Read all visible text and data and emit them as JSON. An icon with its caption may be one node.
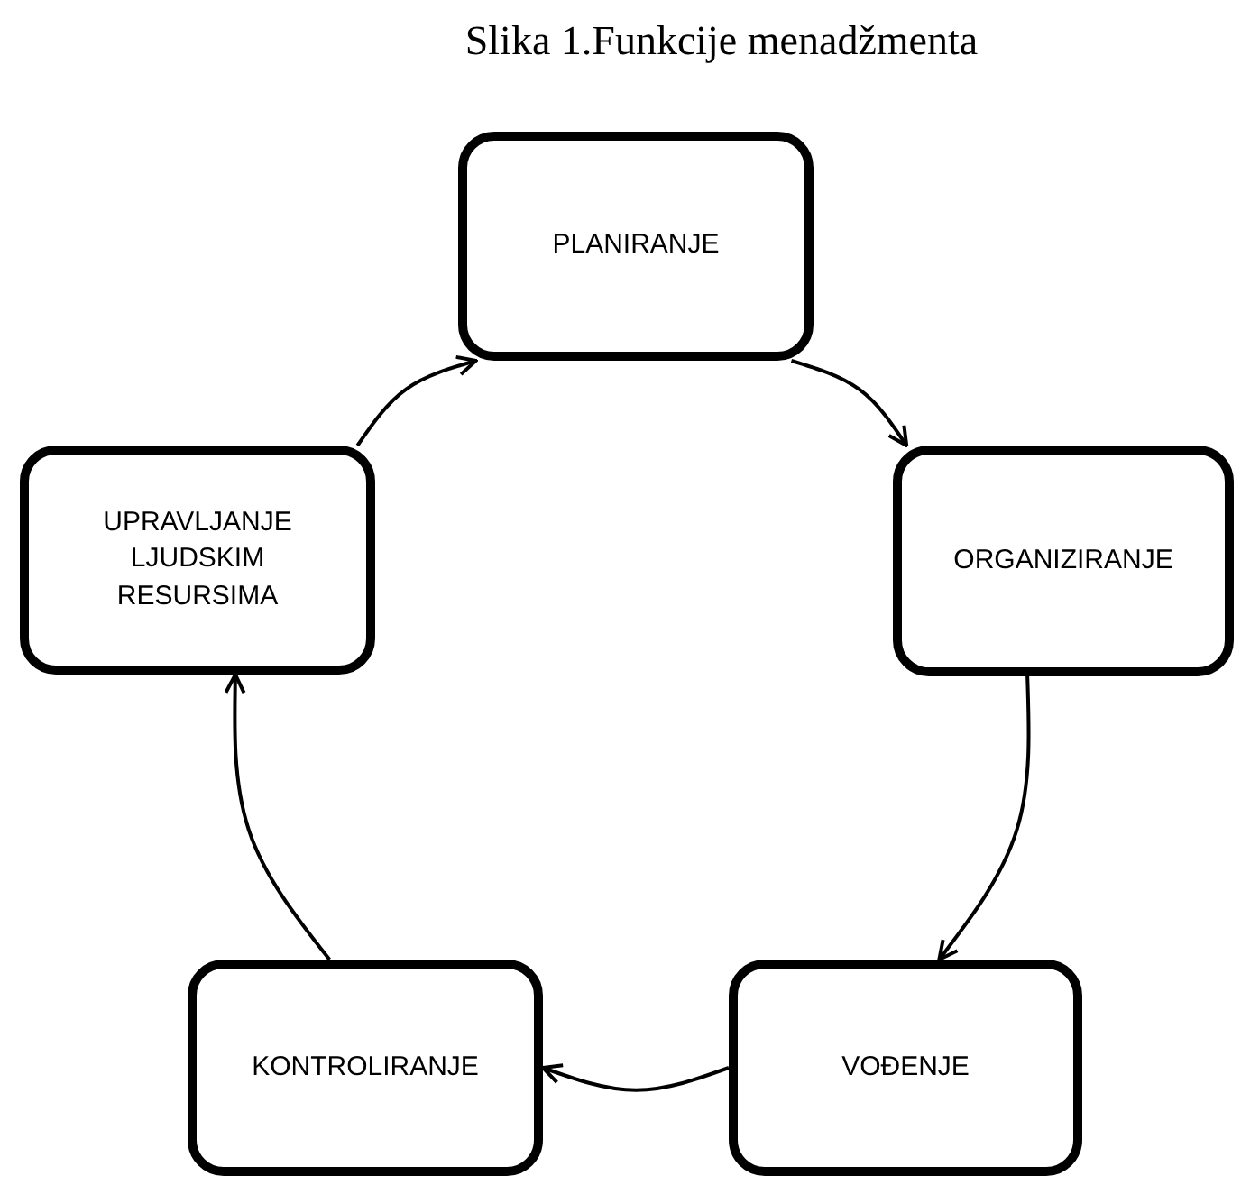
{
  "diagram": {
    "title": "Slika 1.Funkcije menadžmenta",
    "nodes": [
      {
        "text": [
          "PLANIRANJE"
        ]
      },
      {
        "text": [
          "ORGANIZIRANJE"
        ]
      },
      {
        "text": [
          "VOĐENJE"
        ]
      },
      {
        "text": [
          "KONTROLIRANJE"
        ]
      },
      {
        "text": [
          "UPRAVLJANJE LJUDSKIM RESURSIMA"
        ]
      }
    ],
    "edges": [
      {
        "from": 0,
        "to": 1,
        "arrow": "to"
      },
      {
        "from": 1,
        "to": 2,
        "arrow": "to"
      },
      {
        "from": 2,
        "to": 3,
        "arrow": "to"
      },
      {
        "from": 3,
        "to": 4,
        "arrow": "to"
      },
      {
        "from": 4,
        "to": 0,
        "arrow": "to"
      }
    ]
  }
}
